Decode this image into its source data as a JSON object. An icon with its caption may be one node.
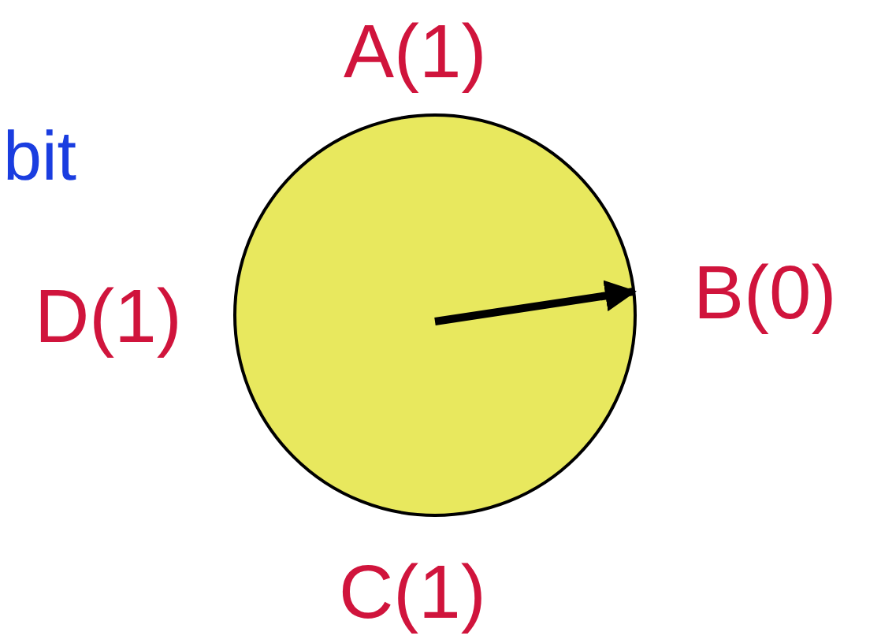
{
  "diagram": {
    "nodes": [
      {
        "text": [],
        "shape": "circle"
      }
    ],
    "labels": [
      "bit",
      "A(1)",
      "D(1)",
      "B(0)",
      "C(1)"
    ]
  }
}
